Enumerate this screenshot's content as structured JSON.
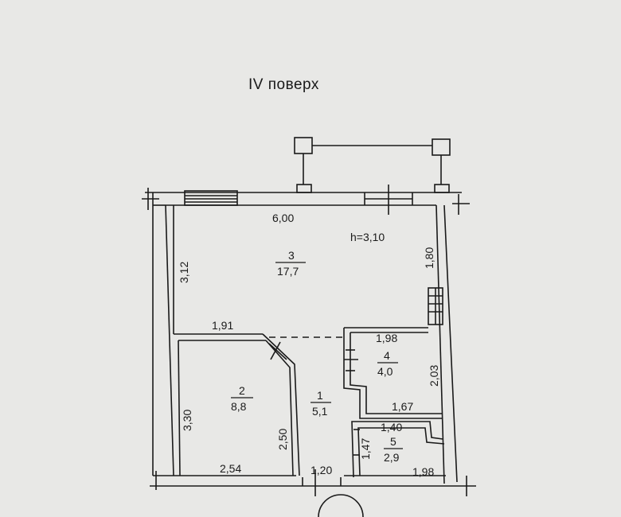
{
  "floor_label": "IV поверх",
  "ceiling_height": "h=3,10",
  "rooms": [
    {
      "number": "3",
      "area": "17,7"
    },
    {
      "number": "2",
      "area": "8,8"
    },
    {
      "number": "1",
      "area": "5,1"
    },
    {
      "number": "4",
      "area": "4,0"
    },
    {
      "number": "5",
      "area": "2,9"
    }
  ],
  "dimensions": {
    "top_width": "6,00",
    "room3_height": "3,12",
    "right_upper": "1,80",
    "partition_width": "1,91",
    "room4_width": "1,98",
    "room4_height": "2,03",
    "room4_bottom": "1,67",
    "room2_height": "3,30",
    "room2_inner": "2,50",
    "room2_width": "2,54",
    "door_width": "1,20",
    "room5_width": "1,40",
    "room5_height": "1,47",
    "room5_bottom": "1,98"
  }
}
